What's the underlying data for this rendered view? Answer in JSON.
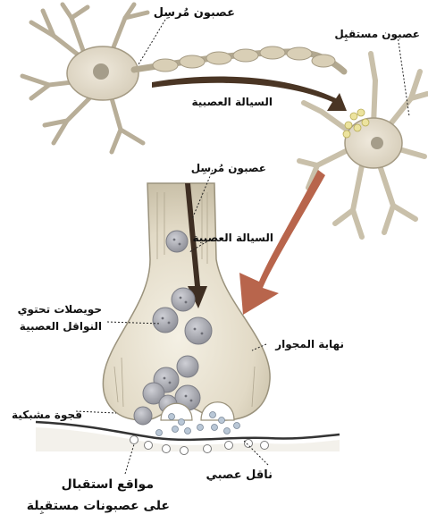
{
  "labels": {
    "sending_neuron_top": "عصبون مُرسِل",
    "receiving_neuron": "عصبون مستقبِل",
    "nerve_impulse_top": "السيالة العصبية",
    "sending_neuron_zoom": "عصبون مُرسِل",
    "nerve_impulse_zoom": "السيالة العصبية",
    "vesicles_line1": "حويصلات تحتوي",
    "vesicles_line2": "النواقل العصبية",
    "axon_terminal": "نهاية المجوار",
    "synaptic_cleft": "فجوة مشبكية",
    "receptor_sites_line1": "مواقع استقبال",
    "receptor_sites_line2": "على عصبونات مستقبِلة",
    "neurotransmitter": "ناقل عصبي"
  },
  "colors": {
    "neuron_fill": "#e8e2d4",
    "neuron_stroke": "#8a8578",
    "nucleus": "#b9b2a2",
    "arrow_dark": "#4a3524",
    "arrow_red": "#b8654c",
    "vesicle": "#a7a7ad",
    "leader": "#222222"
  }
}
